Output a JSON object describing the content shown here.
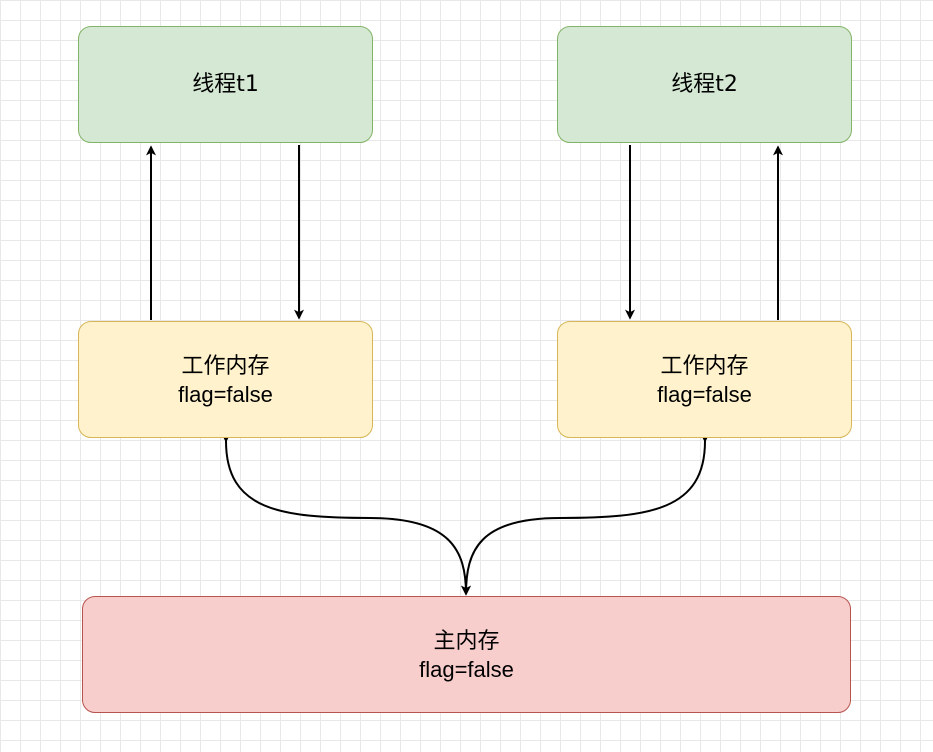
{
  "thread1": {
    "title": "线程t1"
  },
  "thread2": {
    "title": "线程t2"
  },
  "work_mem1": {
    "title": "工作内存",
    "value": "flag=false"
  },
  "work_mem2": {
    "title": "工作内存",
    "value": "flag=false"
  },
  "main_mem": {
    "title": "主内存",
    "value": "flag=false"
  },
  "colors": {
    "thread_fill": "#d5e8d4",
    "thread_stroke": "#82b366",
    "work_fill": "#fff2cc",
    "work_stroke": "#d6b656",
    "main_fill": "#f8cecc",
    "main_stroke": "#b85450",
    "edge": "#000000"
  }
}
